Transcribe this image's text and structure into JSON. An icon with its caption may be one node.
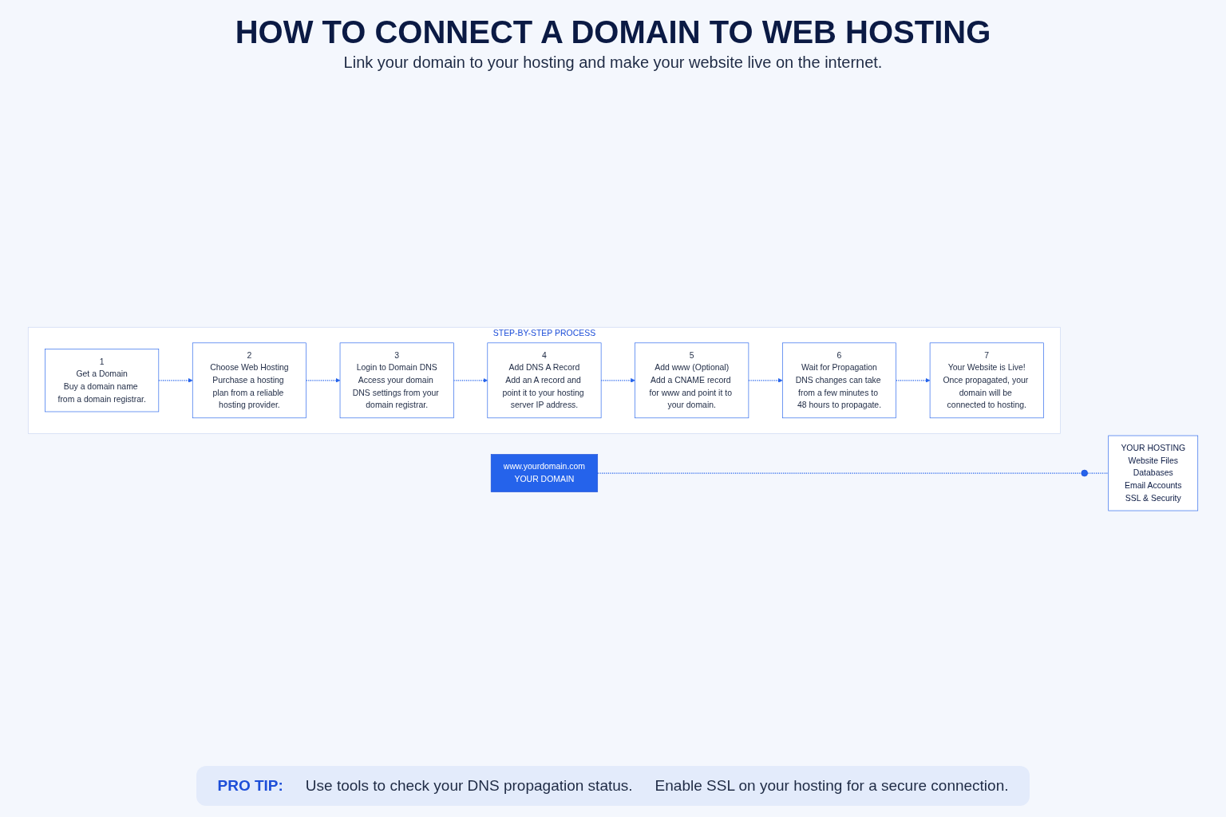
{
  "diagram": {
    "title": "HOW TO CONNECT A DOMAIN TO WEB HOSTING",
    "caption": "Link your domain to your hosting and make your website live on the internet.",
    "nodes": [
      {
        "text": [
          "www.yourdomain.com",
          "YOUR DOMAIN"
        ]
      },
      {
        "text": [],
        "shape": "circle"
      },
      {
        "text": [
          "YOUR HOSTING",
          "Website Files",
          "Databases",
          "Email Accounts",
          "SSL & Security"
        ]
      },
      {
        "text": [
          "STEP-BY-STEP PROCESS"
        ]
      },
      {
        "text": [
          "1",
          "Get a Domain",
          "Buy a domain name from a domain registrar."
        ],
        "in": 3
      },
      {
        "text": [
          "2",
          "Choose Web Hosting",
          "Purchase a hosting plan from a reliable hosting provider."
        ],
        "in": 3
      },
      {
        "text": [
          "3",
          "Login to Domain DNS",
          "Access your domain DNS settings from your domain registrar."
        ],
        "in": 3
      },
      {
        "text": [
          "4",
          "Add DNS A Record",
          "Add an A record and point it to your hosting server IP address."
        ],
        "in": 3
      },
      {
        "text": [
          "5",
          "Add www (Optional)",
          "Add a CNAME record for www and point it to your domain."
        ],
        "in": 3
      },
      {
        "text": [
          "6",
          "Wait for Propagation",
          "DNS changes can take from a few minutes to 48 hours to propagate."
        ],
        "in": 3
      },
      {
        "text": [
          "7",
          "Your Website is Live!",
          "Once propagated, your domain will be connected to hosting."
        ],
        "in": 3
      }
    ],
    "edges": [
      {
        "from": 0,
        "to": 1,
        "arrow": "none",
        "style": "dashed"
      },
      {
        "from": 1,
        "to": 2,
        "arrow": "none",
        "style": "dashed"
      },
      {
        "from": 4,
        "to": 5,
        "arrow": "to",
        "style": "dashed"
      },
      {
        "from": 5,
        "to": 6,
        "arrow": "to",
        "style": "dashed"
      },
      {
        "from": 6,
        "to": 7,
        "arrow": "to",
        "style": "dashed"
      },
      {
        "from": 7,
        "to": 8,
        "arrow": "to",
        "style": "dashed"
      },
      {
        "from": 8,
        "to": 9,
        "arrow": "to",
        "style": "dashed"
      },
      {
        "from": 9,
        "to": 10,
        "arrow": "to",
        "style": "dashed"
      }
    ],
    "labels": [
      "PRO TIP:",
      "Use tools to check your DNS propagation status.",
      "Enable SSL on your hosting for a secure connection."
    ]
  }
}
